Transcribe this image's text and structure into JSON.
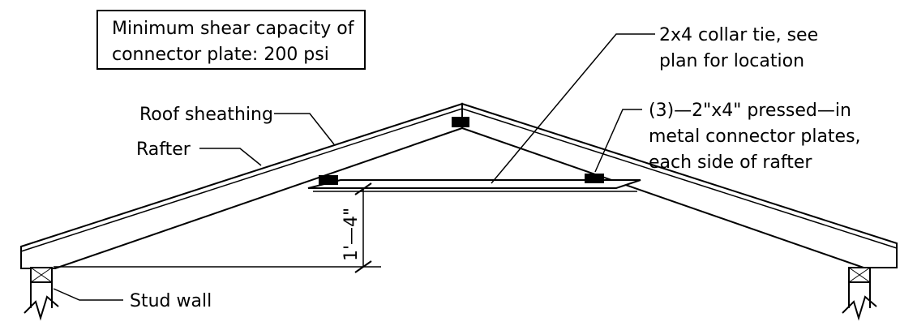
{
  "note_box": {
    "line1": "Minimum shear capacity of",
    "line2": "connector plate: 200 psi"
  },
  "labels": {
    "roof_sheathing": "Roof sheathing",
    "rafter": "Rafter",
    "stud_wall": "Stud wall",
    "collar_tie_line1": "2x4 collar tie, see",
    "collar_tie_line2": "plan for location",
    "plates_line1": "(3)—2\"x4\" pressed—in",
    "plates_line2": "metal connector plates,",
    "plates_line3": "each side of rafter"
  },
  "dimension": {
    "collar_height": "1'—4\""
  }
}
